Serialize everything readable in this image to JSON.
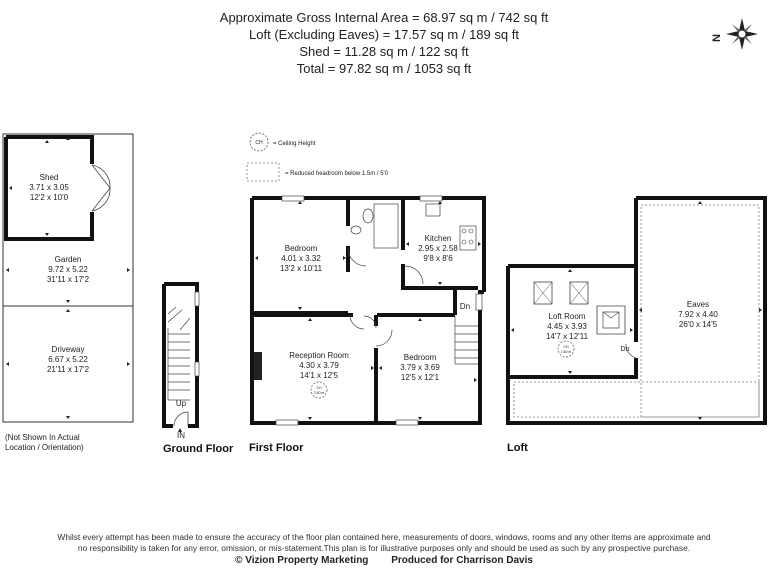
{
  "header": {
    "line1": "Approximate Gross Internal Area = 68.97 sq m / 742 sq ft",
    "line2": "Loft (Excluding Eaves) = 17.57 sq m / 189 sq ft",
    "line3": "Shed = 11.28 sq m / 122 sq ft",
    "line4": "Total = 97.82 sq m / 1053 sq ft"
  },
  "compass": {
    "label": "N"
  },
  "legend": {
    "ceiling_symbol": "CH",
    "ceiling_text": "= Ceiling Height",
    "headroom_text": "= Reduced headroom below 1.5m / 5'0"
  },
  "outside": {
    "shed": {
      "name": "Shed",
      "metric": "3.71 x 3.05",
      "imperial": "12'2 x 10'0"
    },
    "garden": {
      "name": "Garden",
      "metric": "9.72 x 5.22",
      "imperial": "31'11 x 17'2"
    },
    "driveway": {
      "name": "Driveway",
      "metric": "6.67 x 5.22",
      "imperial": "21'11 x 17'2"
    },
    "note1": "(Not Shown In Actual",
    "note2": "Location / Orientation)"
  },
  "ground_floor": {
    "title": "Ground Floor",
    "up": "Up",
    "entry": "IN"
  },
  "first_floor": {
    "title": "First Floor",
    "bedroom1": {
      "name": "Bedroom",
      "metric": "4.01 x 3.32",
      "imperial": "13'2 x 10'11"
    },
    "kitchen": {
      "name": "Kitchen",
      "metric": "2.95 x 2.58",
      "imperial": "9'8 x 8'6"
    },
    "reception": {
      "name": "Reception Room",
      "metric": "4.30 x 3.79",
      "imperial": "14'1 x 12'5",
      "ch_top": "CH",
      "ch_bottom": "2.50 m"
    },
    "bedroom2": {
      "name": "Bedroom",
      "metric": "3.79 x 3.69",
      "imperial": "12'5 x 12'1"
    },
    "dn": "Dn"
  },
  "loft": {
    "title": "Loft",
    "loft_room": {
      "name": "Loft Room",
      "metric": "4.45 x 3.93",
      "imperial": "14'7 x 12'11",
      "ch_top": "CH",
      "ch_bottom": "1.50 m"
    },
    "eaves": {
      "name": "Eaves",
      "metric": "7.92 x 4.40",
      "imperial": "26'0 x 14'5"
    },
    "dn": "Dn"
  },
  "footer": {
    "disclaimer1": "Whilst every attempt has been made to ensure the accuracy of the floor plan contained here, measurements of doors, windows, rooms and any other items are approximate and",
    "disclaimer2": "no responsibility is taken for any error, omission, or mis-statement.This plan is for illustrative purposes only and should be used as such by any prospective purchase.",
    "copyright": "© Vizion Property Marketing",
    "produced": "Produced for Charrison Davis"
  }
}
